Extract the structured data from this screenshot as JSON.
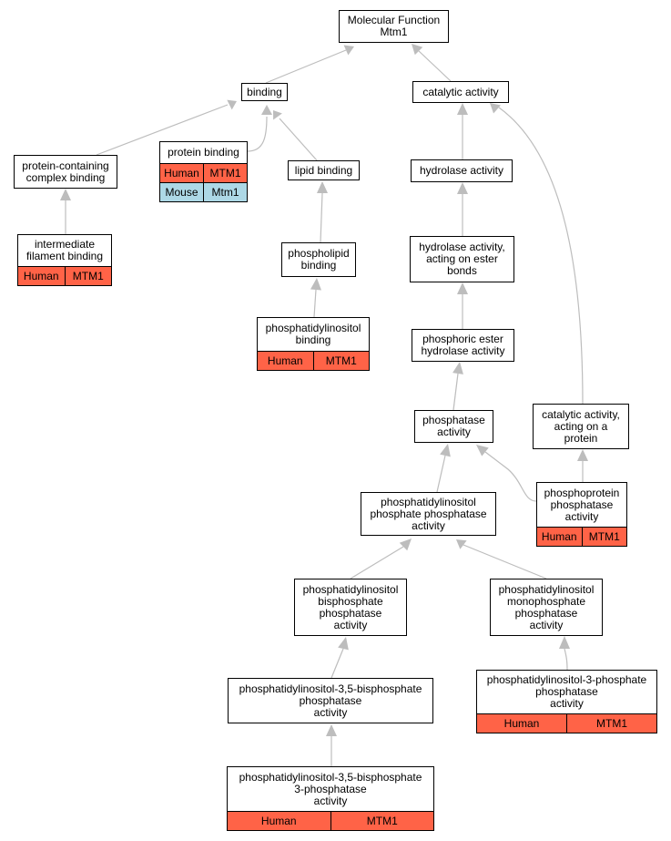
{
  "colors": {
    "edge": "#bdbdbd",
    "human": "#ff6347",
    "mouse": "#add8e6"
  },
  "nodes": {
    "root": {
      "label": "Molecular Function\nMtm1"
    },
    "binding": {
      "label": "binding"
    },
    "catalytic": {
      "label": "catalytic activity"
    },
    "pcb": {
      "label": "protein-containing\ncomplex binding"
    },
    "protein_binding": {
      "label": "protein binding",
      "rows": [
        {
          "species": "Human",
          "gene": "MTM1"
        },
        {
          "species": "Mouse",
          "gene": "Mtm1"
        }
      ]
    },
    "lipid": {
      "label": "lipid binding"
    },
    "hydrolase": {
      "label": "hydrolase activity"
    },
    "ifb": {
      "label": "intermediate\nfilament binding",
      "rows": [
        {
          "species": "Human",
          "gene": "MTM1"
        }
      ]
    },
    "phospholipid": {
      "label": "phospholipid\nbinding"
    },
    "hydro_ester": {
      "label": "hydrolase activity,\nacting on ester\nbonds"
    },
    "pi_binding": {
      "label": "phosphatidylinositol\nbinding",
      "rows": [
        {
          "species": "Human",
          "gene": "MTM1"
        }
      ]
    },
    "phos_ester": {
      "label": "phosphoric ester\nhydrolase activity"
    },
    "phosphatase": {
      "label": "phosphatase\nactivity"
    },
    "cat_protein": {
      "label": "catalytic activity,\nacting on a\nprotein"
    },
    "pipp": {
      "label": "phosphatidylinositol\nphosphate phosphatase\nactivity"
    },
    "ppp": {
      "label": "phosphoprotein\nphosphatase\nactivity",
      "rows": [
        {
          "species": "Human",
          "gene": "MTM1"
        }
      ]
    },
    "pibp": {
      "label": "phosphatidylinositol\nbisphosphate\nphosphatase\nactivity"
    },
    "pimp": {
      "label": "phosphatidylinositol\nmonophosphate\nphosphatase\nactivity"
    },
    "pi35bp": {
      "label": "phosphatidylinositol-3,5-bisphosphate\nphosphatase\nactivity"
    },
    "pi3p": {
      "label": "phosphatidylinositol-3-phosphate\nphosphatase\nactivity",
      "rows": [
        {
          "species": "Human",
          "gene": "MTM1"
        }
      ]
    },
    "pi35bp3": {
      "label": "phosphatidylinositol-3,5-bisphosphate\n3-phosphatase\nactivity",
      "rows": [
        {
          "species": "Human",
          "gene": "MTM1"
        }
      ]
    }
  }
}
